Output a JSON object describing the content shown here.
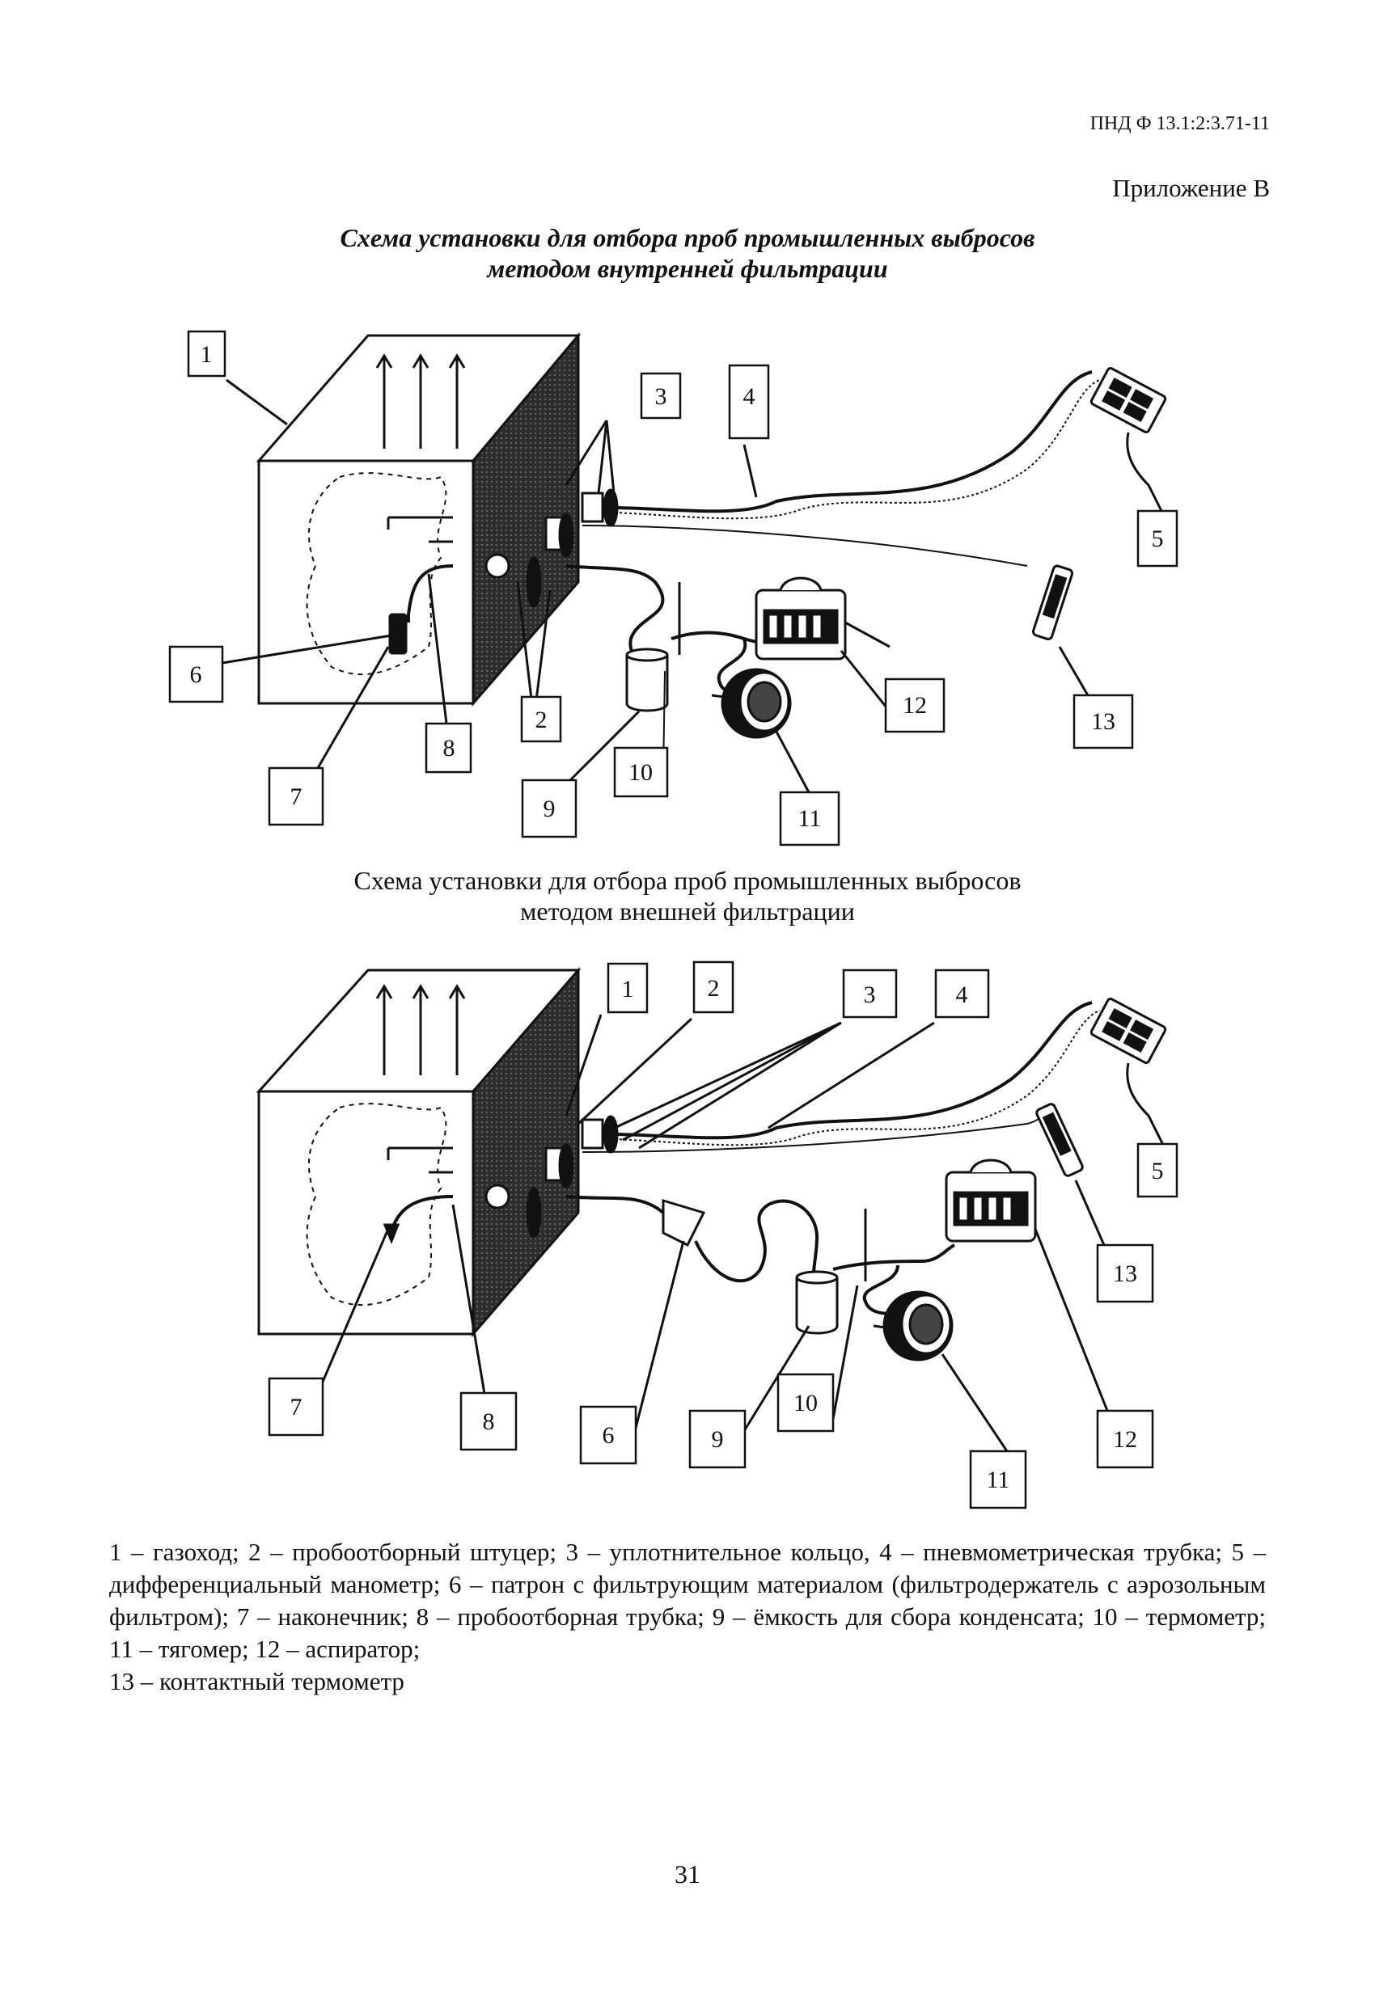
{
  "header": {
    "doc_code": "ПНД Ф 13.1:2:3.71-11",
    "appendix": "Приложение В"
  },
  "diagram1": {
    "title_line1": "Схема установки для отбора проб промышленных выбросов",
    "title_line2": "методом внутренней фильтрации",
    "labels": [
      "1",
      "2",
      "3",
      "4",
      "5",
      "6",
      "7",
      "8",
      "9",
      "10",
      "11",
      "12",
      "13"
    ]
  },
  "diagram2": {
    "title_line1": "Схема установки для отбора проб промышленных выбросов",
    "title_line2": "методом внешней фильтрации",
    "labels": [
      "1",
      "2",
      "3",
      "4",
      "5",
      "6",
      "7",
      "8",
      "9",
      "10",
      "11",
      "12",
      "13"
    ]
  },
  "legend": {
    "line1": "1 – газоход; 2 – пробоотборный штуцер; 3 – уплотнительное кольцо, 4 – пневмометрическая трубка; 5 – дифференциальный манометр; 6 – патрон с фильтрующим материалом (фильтродержатель с аэрозольным фильтром); 7 – наконечник; 8 – пробоотборная трубка; 9 – ёмкость для сбора конденсата; 10 – термометр; 11 – тягомер; 12 – аспиратор;",
    "line2": "13 – контактный термометр"
  },
  "footer": {
    "page_number": "31"
  },
  "colors": {
    "ink": "#111111",
    "duct_shade": "#3a3a3a"
  }
}
